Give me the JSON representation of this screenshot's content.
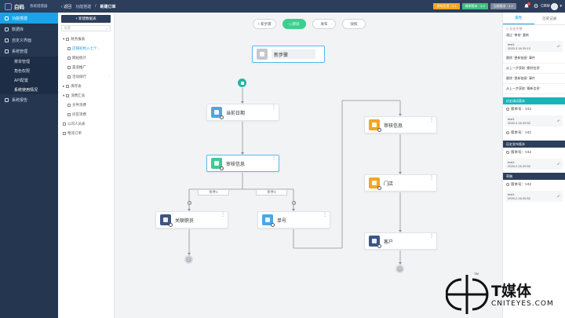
{
  "topbar": {
    "brand": "白码",
    "brand_sub": "系统搭建器",
    "back": "返回",
    "crumb1": "功能搭建",
    "sep": "/",
    "crumb2": "新建订单",
    "pill1": "发布应用 · 2.1",
    "pill2": "继承版本 · 3.0",
    "pill3": "当前版本 · 4.2",
    "user": "CRM"
  },
  "leftnav": {
    "items": [
      {
        "label": "功能搭建"
      },
      {
        "label": "数据库"
      },
      {
        "label": "自定义界面"
      },
      {
        "label": "系统管理"
      }
    ],
    "sub": [
      "菜单管理",
      "角色权限",
      "API配置",
      "系统使用情况"
    ],
    "bottom": "系统报告"
  },
  "tree": {
    "new_button": "+ 新建数据表",
    "search_placeholder": "检索",
    "items": [
      {
        "label": "财务报表",
        "level": 1
      },
      {
        "label": "店铺初始入七个...",
        "level": 2
      },
      {
        "label": "网站统计",
        "level": 2
      },
      {
        "label": "渠道推广",
        "level": 2
      },
      {
        "label": "活动排行",
        "level": 2
      },
      {
        "label": "库存表",
        "level": 1
      },
      {
        "label": "消费汇总",
        "level": 1
      },
      {
        "label": "文件消费",
        "level": 2
      },
      {
        "label": "问答消费",
        "level": 2
      },
      {
        "label": "公司人员表",
        "level": 1
      },
      {
        "label": "物流订单",
        "level": 1
      }
    ]
  },
  "toolbar": {
    "add_step": "+ 新步骤",
    "test": "测试",
    "publish": "发布",
    "snapshot": "快照"
  },
  "flow": {
    "new_step": "新步骤",
    "current_date": "当前日期",
    "review_info": "审核信息",
    "cond1": "条件1",
    "cond2": "条件2",
    "related_staff": "关联职员",
    "order_no": "单号",
    "review_info_right": "审核信息",
    "store": "门店",
    "customer": "客户"
  },
  "rpanel": {
    "tab1": "属性",
    "tab2": "历史记录",
    "hist_head": "历史步骤",
    "hist_title": "通过 \"审核\" 重新",
    "box1_name": "test1",
    "box1_time": "2020.2.16  20:12",
    "lines": [
      "删除 \"更新链接\" 事件",
      "从上一步获取 \"删除信息\"",
      "删除 \"更新链接\" 事件",
      "从上一步获取 \"最新信息\""
    ],
    "teal_head": "历史调试版本",
    "ver1": "版本号：V42",
    "box2_name": "test1",
    "box2_time": "2020.2.16  20:52",
    "ver2": "版本号：V41",
    "navy_head": "历史发布版本",
    "ver3": "版本号：V42",
    "box3_name": "test1",
    "box3_time": "2020.2.16  20:52",
    "draft_head": "草稿",
    "ver4": "版本号：V42",
    "box4_name": "test1",
    "box4_time": "2020.2.16  20:52"
  },
  "watermark": {
    "title": "T媒体",
    "sub": "CNITEYES.COM",
    "tm": "TM"
  },
  "colors": {
    "topbar": "#2c3e5b",
    "nav_active": "#1aa3e8",
    "accent_green": "#3ccf8e",
    "teal": "#18b4b8"
  }
}
